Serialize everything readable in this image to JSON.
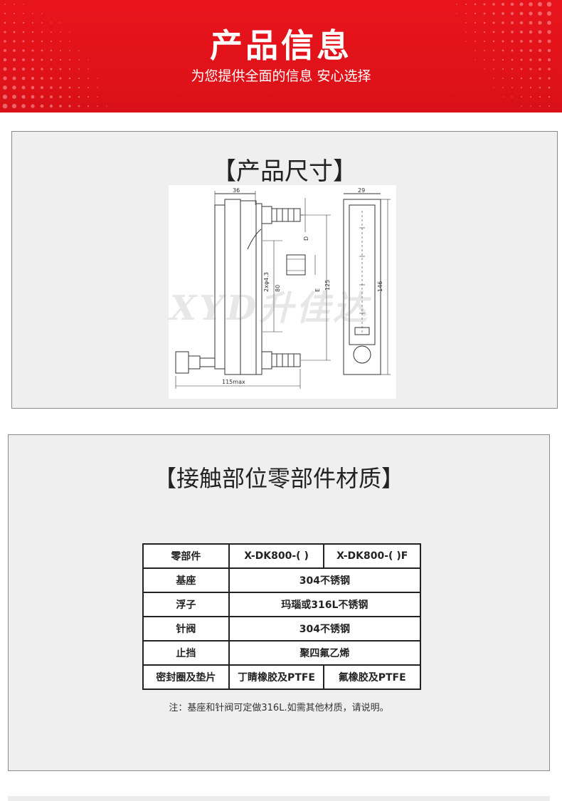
{
  "banner": {
    "title": "产品信息",
    "subtitle": "为您提供全面的信息 安心选择",
    "color": "#e8141c"
  },
  "size_section": {
    "title": "【产品尺寸】",
    "drawing_labels": {
      "width_front": "36",
      "width_side": "29",
      "height_total": "146",
      "height_mid": "125",
      "height_inner": "80",
      "hole": "2xφ4.3",
      "label_d": "D",
      "label_e": "E",
      "length": "115max"
    }
  },
  "material_section": {
    "title": "【接触部位零部件材质】",
    "table": {
      "header": [
        "零部件",
        "X-DK800-( )",
        "X-DK800-( )F"
      ],
      "rows": [
        {
          "part": "基座",
          "value": "304不锈钢"
        },
        {
          "part": "浮子",
          "value": "玛瑙或316L不锈钢"
        },
        {
          "part": "针阀",
          "value": "304不锈钢"
        },
        {
          "part": "止挡",
          "value": "聚四氟乙烯"
        },
        {
          "part": "密封圈及垫片",
          "value_a": "丁睛橡胶及PTFE",
          "value_b": "氟橡胶及PTFE"
        }
      ]
    },
    "note": "注：基座和针阀可定做316L.如需其他材质，请说明。"
  },
  "watermark": "XYD升佳达"
}
